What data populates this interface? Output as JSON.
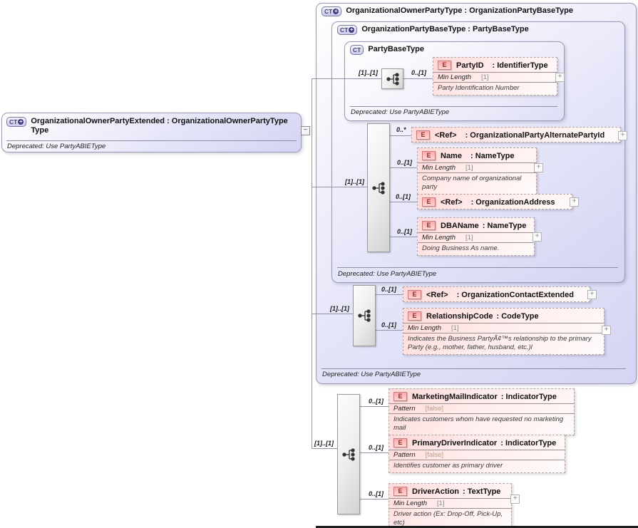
{
  "icons": {
    "complex_type": "CT",
    "derived_plus": "+",
    "element": "E",
    "expand": "+",
    "collapse": "−"
  },
  "left_box": {
    "title_line1": "OrganizationalOwnerPartyExtended : OrganizationalOwnerPartyType",
    "title_line2": "Type",
    "deprecated": "Deprecated: Use PartyABIEType"
  },
  "containers": {
    "outer": {
      "title": "OrganizationalOwnerPartyType : OrganizationPartyBaseType",
      "deprecated": "Deprecated: Use PartyABIEType"
    },
    "middle": {
      "title": "OrganizationPartyBaseType : PartyBaseType",
      "deprecated": "Deprecated: Use PartyABIEType"
    },
    "inner": {
      "title": "PartyBaseType",
      "deprecated": "Deprecated: Use PartyABIEType"
    }
  },
  "compositors": [
    {
      "cardinality": "[1]..[1]"
    },
    {
      "cardinality": "[1]..[1]"
    },
    {
      "cardinality": "[1]..[1]"
    },
    {
      "cardinality": "[1]..[1]"
    }
  ],
  "elements": [
    {
      "cardinality": "0..[1]",
      "name": "PartyID",
      "type": ": IdentifierType",
      "facet_label": "Min Length",
      "facet_value": "[1]",
      "annotation": "Party Identification Number"
    },
    {
      "cardinality": "0..*",
      "name": "<Ref>",
      "type": ": OrganizationalPartyAlternatePartyId"
    },
    {
      "cardinality": "0..[1]",
      "name": "Name",
      "type": ": NameType",
      "facet_label": "Min Length",
      "facet_value": "[1]",
      "annotation": "Company name of organizational party"
    },
    {
      "cardinality": "0..[1]",
      "name": "<Ref>",
      "type": ": OrganizationAddress"
    },
    {
      "cardinality": "0..[1]",
      "name": "DBAName",
      "type": ": NameType",
      "facet_label": "Min Length",
      "facet_value": "[1]",
      "annotation": "Doing Business As name."
    },
    {
      "cardinality": "0..[1]",
      "name": "<Ref>",
      "type": ": OrganizationContactExtended"
    },
    {
      "cardinality": "0..[1]",
      "name": "RelationshipCode",
      "type": ": CodeType",
      "facet_label": "Min Length",
      "facet_value": "[1]",
      "annotation": "Indicates the Business PartyÃ¢™s relationship to the primary Party (e.g., mother, father, husband, etc.)l"
    },
    {
      "cardinality": "0..[1]",
      "name": "MarketingMailIndicator",
      "type": ": IndicatorType",
      "facet_label": "Pattern",
      "facet_value": "[false]",
      "annotation": "Indicates customers whom have requested no marketing mail"
    },
    {
      "cardinality": "0..[1]",
      "name": "PrimaryDriverIndicator",
      "type": ": IndicatorType",
      "facet_label": "Pattern",
      "facet_value": "[false]",
      "annotation": "Identifies customer as primary driver"
    },
    {
      "cardinality": "0..[1]",
      "name": "DriverAction",
      "type": ": TextType",
      "facet_label": "Min Length",
      "facet_value": "[1]",
      "annotation": "Driver action (Ex: Drop-Off, Pick-Up, etc)"
    }
  ]
}
